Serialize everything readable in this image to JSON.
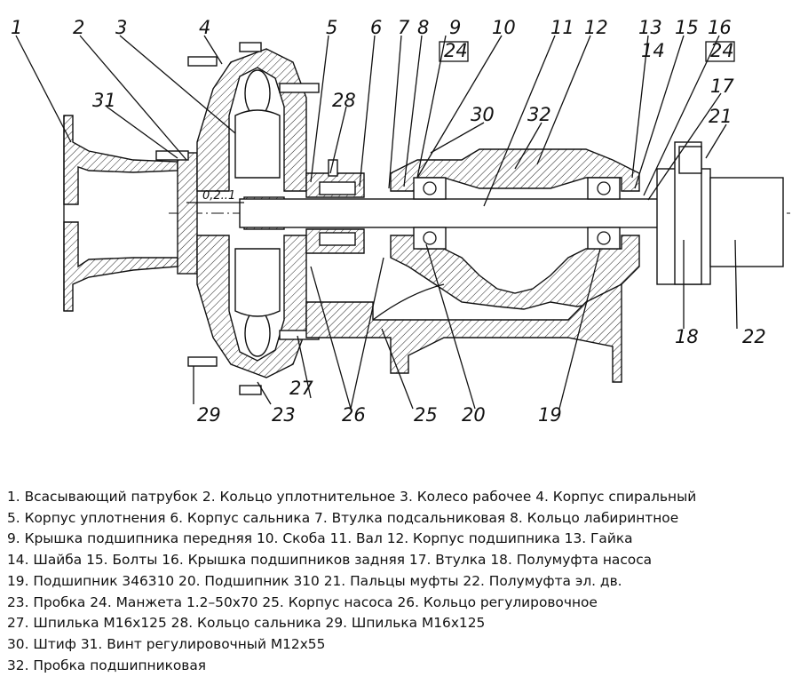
{
  "callouts": [
    "1",
    "2",
    "3",
    "4",
    "5",
    "6",
    "7",
    "8",
    "9",
    "10",
    "11",
    "12",
    "13",
    "14",
    "15",
    "16",
    "17",
    "18",
    "19",
    "20",
    "21",
    "22",
    "23",
    "24",
    "24",
    "25",
    "26",
    "27",
    "28",
    "29",
    "30",
    "31",
    "32"
  ],
  "dimension_label": "0,2..1",
  "legend": [
    "1. Всасывающий патрубок  2. Кольцо  уплотнительное  3. Колесо рабочее  4. Корпус спиральный",
    "5. Корпус уплотнения  6. Корпус сальника  7. Втулка подсальниковая  8. Кольцо лабиринтное",
    "9. Крышка подшипника передняя  10. Скоба 11. Вал  12. Корпус подшипника  13. Гайка",
    "14. Шайба 15. Болты  16. Крышка подшипников задняя 17. Втулка  18. Полумуфта насоса",
    "19. Подшипник 346310  20. Подшипник 310  21. Пальцы муфты 22. Полумуфта эл. дв.",
    "23. Пробка  24. Манжета 1.2–50х70  25. Корпус насоса  26. Кольцо регулировочное",
    "27. Шпилька М16х125  28. Кольцо сальника  29. Шпилька М16х125",
    "30. Штиф  31. Винт регулировочный М12х55",
    "32. Пробка подшипниковая"
  ]
}
